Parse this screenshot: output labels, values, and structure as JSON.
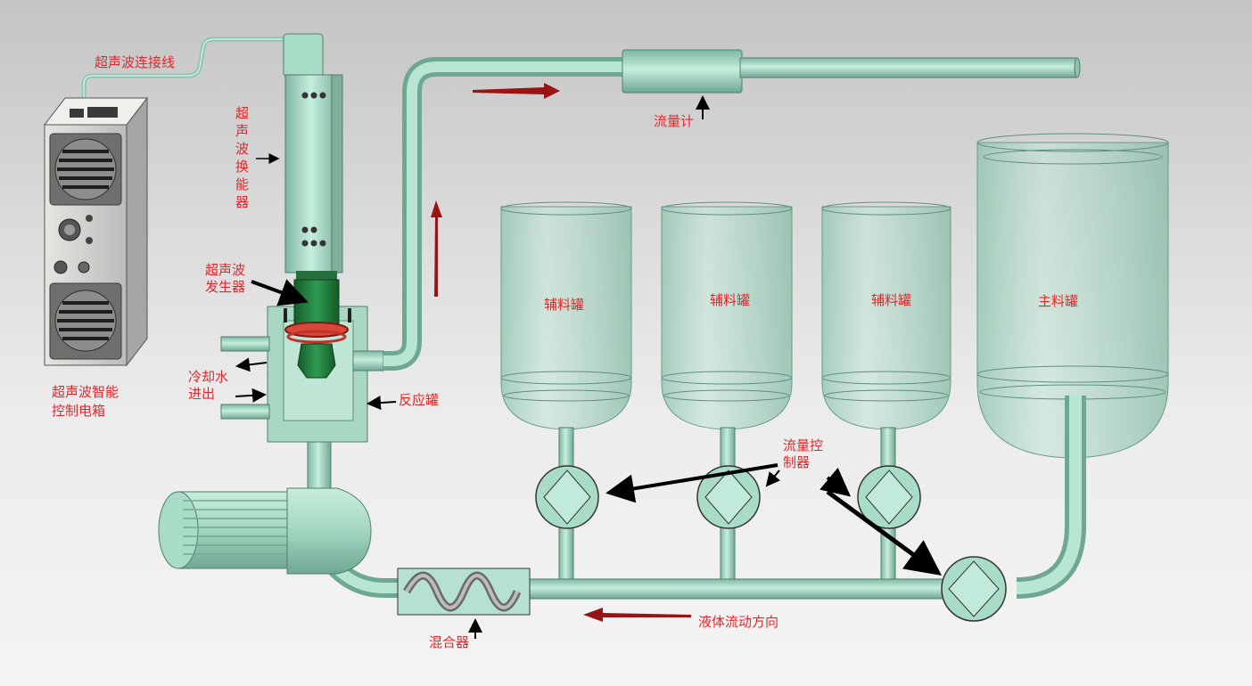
{
  "labels": {
    "ultrasonic_cable": "超声波连接线",
    "transducer": "超声波换能器",
    "generator": "超声波发生器",
    "control_box": "超声波智能控制电箱",
    "cooling_water": "冷却水进出",
    "reactor": "反应罐",
    "flow_meter": "流量计",
    "aux_tank_1": "辅料罐",
    "aux_tank_2": "辅料罐",
    "aux_tank_3": "辅料罐",
    "main_tank": "主料罐",
    "flow_controller": "流量控制器",
    "mixer": "混合器",
    "flow_direction": "液体流动方向"
  },
  "colors": {
    "pipe": "#a8dcc6",
    "pipe_dark": "#6ea893",
    "tank_glass": "#9fd0bb",
    "label": "#e0282c",
    "flow_arrow": "#9a1416",
    "generator_green": "#1f7a3a",
    "control_box": "#d8dad6"
  }
}
